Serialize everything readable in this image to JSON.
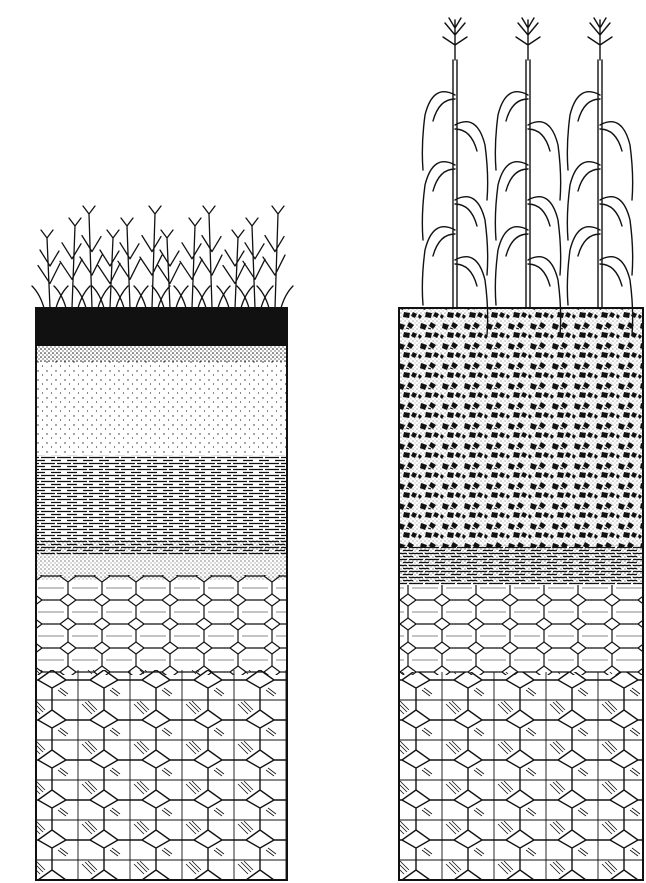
{
  "colors": {
    "ink": "#111111",
    "paper": "#ffffff",
    "gray": "#777777"
  },
  "profiles": [
    {
      "id": "left",
      "vegetation": "grass",
      "horizons": [
        "dark-topsoil",
        "leached-sand",
        "banded-clay",
        "blocky-subsoil",
        "parent-rock"
      ]
    },
    {
      "id": "right",
      "vegetation": "corn",
      "horizons": [
        "granular-topsoil",
        "transition-band",
        "blocky-subsoil"
      ]
    }
  ]
}
